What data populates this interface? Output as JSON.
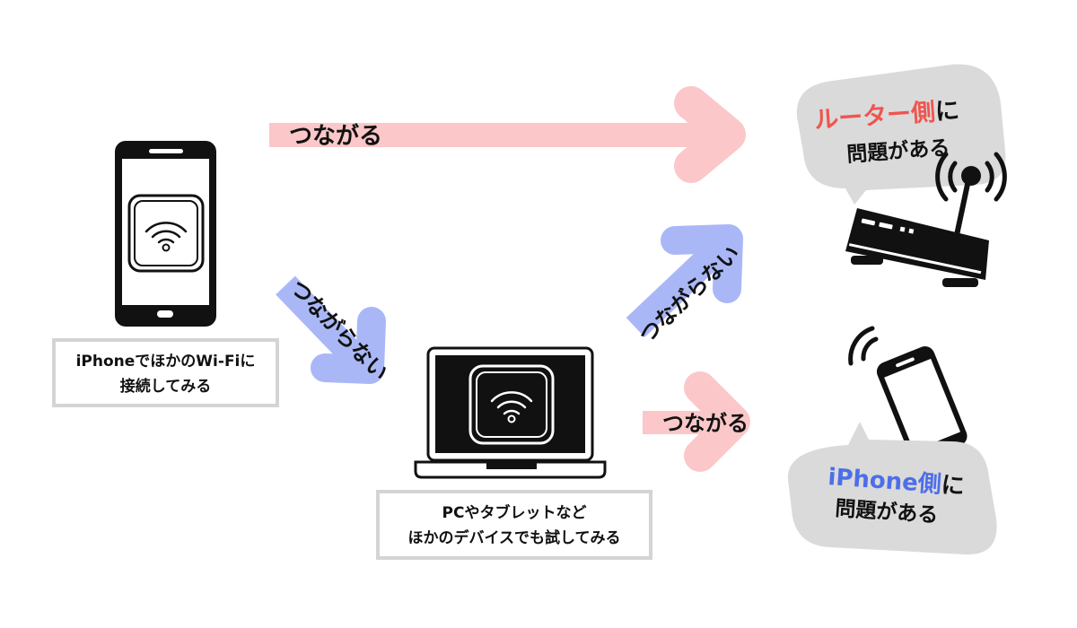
{
  "colors": {
    "pink": "#fbc7c8",
    "blue": "#aab7f7",
    "bubble": "#dadada",
    "red": "#f0544f",
    "accent_blue": "#4d6ee8",
    "ink": "#111111"
  },
  "arrows": {
    "top": "つながる",
    "down": "つながらない",
    "up": "つながらない",
    "bottom": "つながる"
  },
  "labels": {
    "iphone_box": {
      "line1": "iPhoneでほかのWi-Fiに",
      "line2": "接続してみる"
    },
    "pc_box": {
      "line1": "PCやタブレットなど",
      "line2": "ほかのデバイスでも試してみる"
    }
  },
  "bubbles": {
    "router": {
      "highlight": "ルーター側",
      "suffix": "に",
      "line2": "問題がある"
    },
    "iphone": {
      "highlight": "iPhone側",
      "suffix": "に",
      "line2": "問題がある"
    }
  },
  "icons": [
    "smartphone-icon",
    "wifi-icon",
    "laptop-icon",
    "router-icon",
    "phone-signal-icon"
  ]
}
